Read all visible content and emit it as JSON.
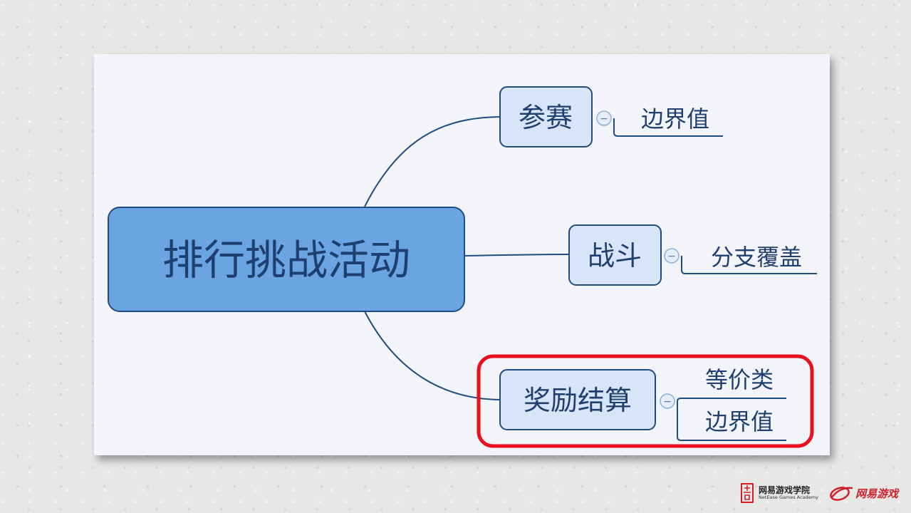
{
  "mindmap": {
    "root": "排行挑战活动",
    "branches": [
      {
        "label": "参赛",
        "children": [
          "边界值"
        ]
      },
      {
        "label": "战斗",
        "children": [
          "分支覆盖"
        ]
      },
      {
        "label": "奖励结算",
        "children": [
          "等价类",
          "边界值"
        ],
        "highlighted": true
      }
    ],
    "collapse_symbol": "−"
  },
  "footer": {
    "academy_cn": "网易游戏学院",
    "academy_en": "NetEase Games Academy",
    "brand_cn": "网易游戏"
  },
  "colors": {
    "root_fill": "#6aa4e2",
    "node_fill": "#d8e4f8",
    "stroke": "#1f4d80",
    "highlight": "#e8101c",
    "card": "#f2f4fa"
  }
}
